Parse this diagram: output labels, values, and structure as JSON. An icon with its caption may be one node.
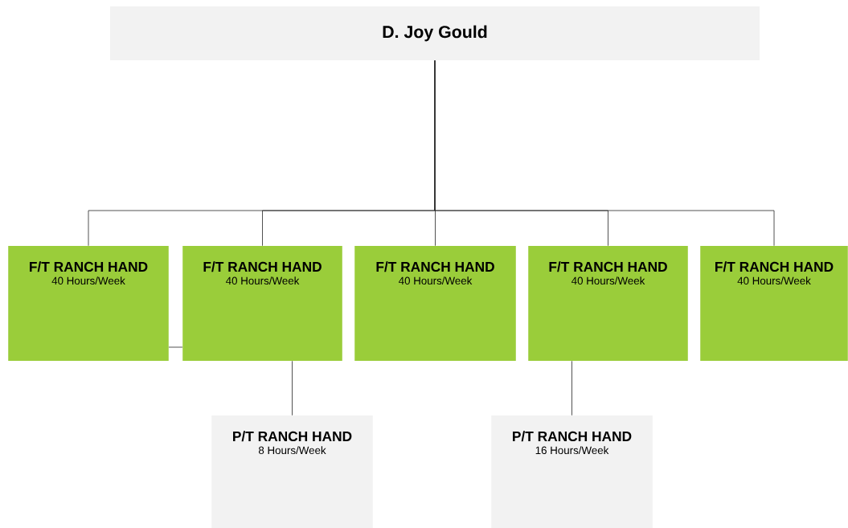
{
  "diagram": {
    "nodes": [
      {
        "text": [
          "D. Joy Gould"
        ]
      },
      {
        "text": [
          "F/T RANCH HAND",
          "40 Hours/Week"
        ]
      },
      {
        "text": [
          "F/T RANCH HAND",
          "40 Hours/Week"
        ]
      },
      {
        "text": [
          "F/T RANCH HAND",
          "40 Hours/Week"
        ]
      },
      {
        "text": [
          "F/T RANCH HAND",
          "40 Hours/Week"
        ]
      },
      {
        "text": [
          "F/T RANCH HAND",
          "40 Hours/Week"
        ]
      },
      {
        "text": [
          "P/T RANCH HAND",
          "8 Hours/Week"
        ]
      },
      {
        "text": [
          "P/T RANCH HAND",
          "16 Hours/Week"
        ]
      }
    ],
    "edges": [
      {
        "from": 0,
        "to": 1,
        "arrow": "none"
      },
      {
        "from": 0,
        "to": 2,
        "arrow": "none"
      },
      {
        "from": 0,
        "to": 3,
        "arrow": "none"
      },
      {
        "from": 0,
        "to": 4,
        "arrow": "none"
      },
      {
        "from": 0,
        "to": 5,
        "arrow": "none"
      },
      {
        "from": 1,
        "to": 2,
        "arrow": "none"
      },
      {
        "from": 2,
        "to": 6,
        "arrow": "none"
      },
      {
        "from": 4,
        "to": 7,
        "arrow": "none"
      }
    ]
  }
}
